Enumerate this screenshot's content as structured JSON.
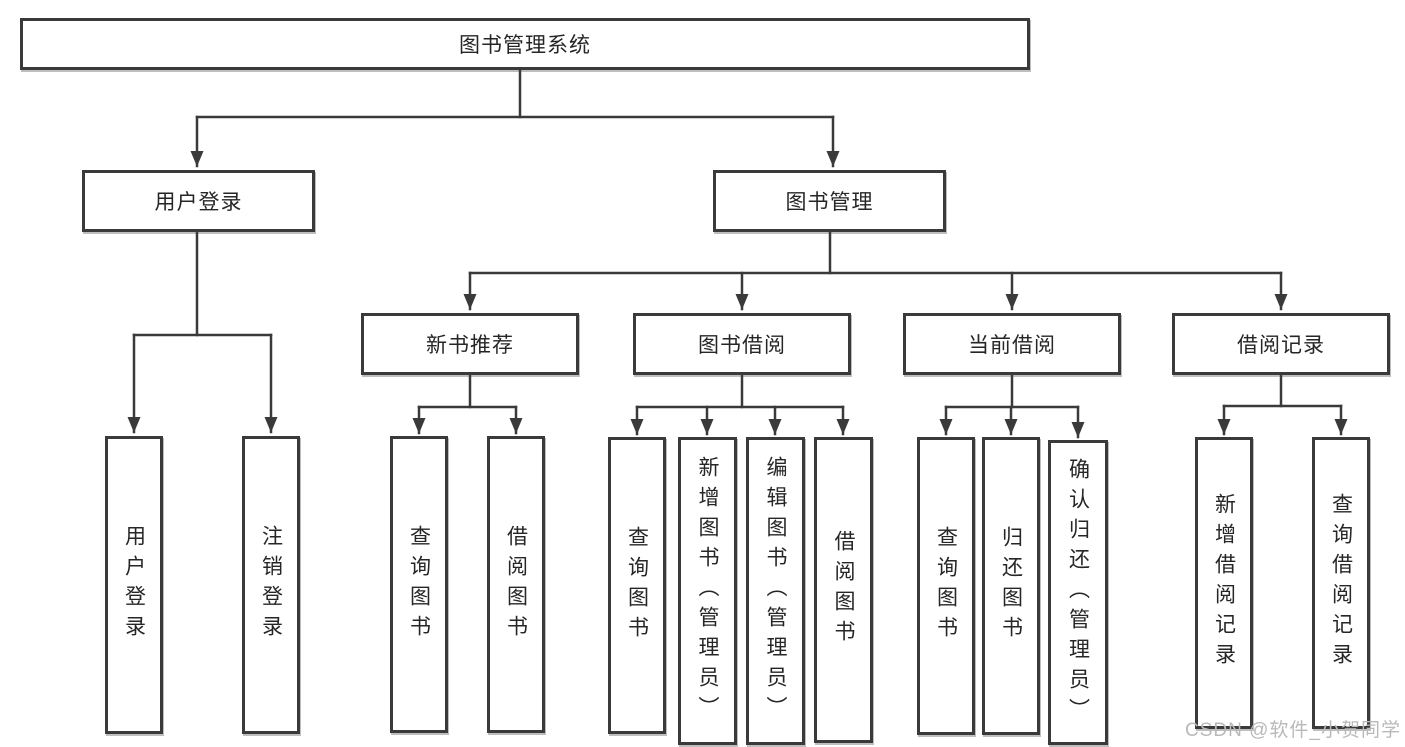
{
  "diagram": {
    "type": "hierarchy-tree",
    "root": {
      "label": "图书管理系统"
    },
    "level1": [
      {
        "label": "用户登录"
      },
      {
        "label": "图书管理"
      }
    ],
    "login_children": [
      {
        "label": "用户登录"
      },
      {
        "label": "注销登录"
      }
    ],
    "modules": [
      {
        "label": "新书推荐",
        "children": [
          {
            "label": "查询图书"
          },
          {
            "label": "借阅图书"
          }
        ]
      },
      {
        "label": "图书借阅",
        "children": [
          {
            "label": "查询图书"
          },
          {
            "label": "新增图书（管理员）"
          },
          {
            "label": "编辑图书（管理员）"
          },
          {
            "label": "借阅图书"
          }
        ]
      },
      {
        "label": "当前借阅",
        "children": [
          {
            "label": "查询图书"
          },
          {
            "label": "归还图书"
          },
          {
            "label": "确认归还（管理员）"
          }
        ]
      },
      {
        "label": "借阅记录",
        "children": [
          {
            "label": "新增借阅记录"
          },
          {
            "label": "查询借阅记录"
          }
        ]
      }
    ],
    "colors": {
      "background": "#ffffff",
      "box_fill": "#ffffff",
      "border": "#3a3a3a",
      "line": "#3a3a3a",
      "text": "#262626",
      "watermark": "#b9b9b9"
    }
  },
  "watermark": {
    "text": "CSDN @软件_小贺同学"
  }
}
